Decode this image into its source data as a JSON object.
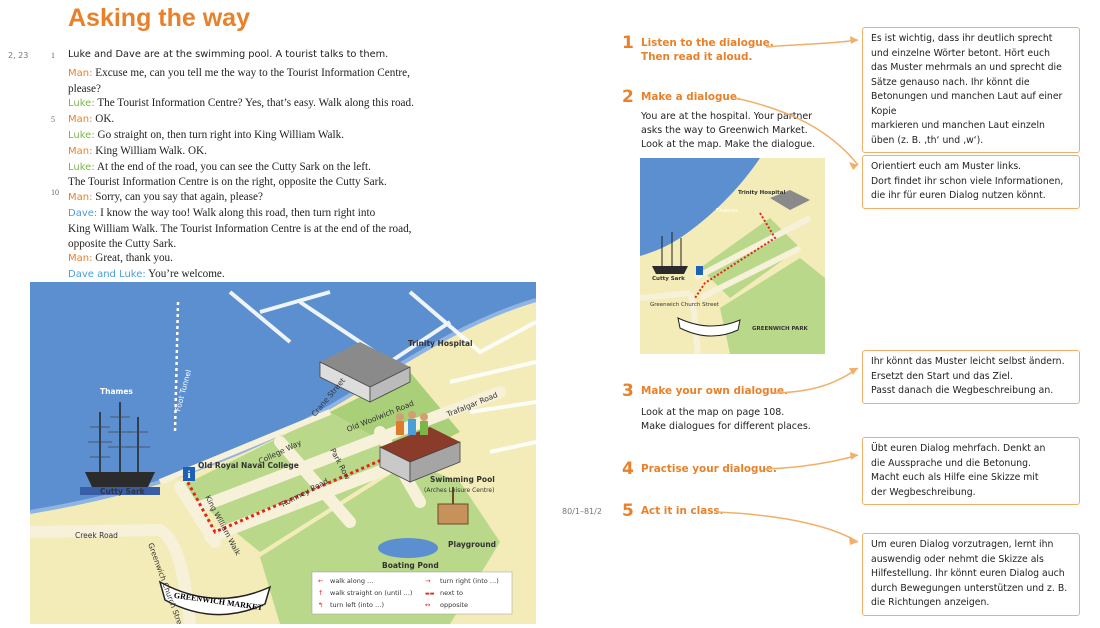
{
  "page_title": "Asking the way",
  "track_ref": "2, 23",
  "line_numbers": [
    "1",
    "5",
    "10"
  ],
  "intro": "Luke and Dave are at the swimming pool. A tourist talks to them.",
  "dialogue": [
    {
      "speaker": "Man:",
      "text": "Excuse me, can you tell me the way to the Tourist Information Centre,"
    },
    {
      "speaker": "",
      "text": "please?"
    },
    {
      "speaker": "Luke:",
      "text": "The Tourist Information Centre? Yes, that’s easy. Walk along this road."
    },
    {
      "speaker": "Man:",
      "text": "OK."
    },
    {
      "speaker": "Luke:",
      "text": "Go straight on, then turn right into King William Walk."
    },
    {
      "speaker": "Man:",
      "text": "King William Walk. OK."
    },
    {
      "speaker": "Luke:",
      "text": "At the end of the road, you can see the Cutty Sark on the left."
    },
    {
      "speaker": "",
      "text": "The Tourist Information Centre is on the right, opposite the Cutty Sark."
    },
    {
      "speaker": "Man:",
      "text": "Sorry, can you say that again, please?"
    },
    {
      "speaker": "Dave:",
      "text": "I know the way too! Walk along this road, then turn right into"
    },
    {
      "speaker": "",
      "text": "King William Walk. The Tourist Information Centre is at the end of the road,"
    },
    {
      "speaker": "",
      "text": "opposite the Cutty Sark."
    },
    {
      "speaker": "Man:",
      "text": "Great, thank you."
    },
    {
      "speaker": "Dave and Luke:",
      "text": "You’re welcome."
    }
  ],
  "map": {
    "labels": {
      "thames": "Thames",
      "foot_tunnel": "Foot Tunnel",
      "trinity_hospital": "Trinity Hospital",
      "crane_street": "Crane Street",
      "old_woolwich_road": "Old Woolwich Road",
      "trafalgar_road": "Trafalgar Road",
      "college_way": "College Way",
      "park_row": "Park Row",
      "romney_road": "Romney Road",
      "old_royal_naval_college": "Old Royal Naval College",
      "swimming_pool": "Swimming Pool",
      "leisure_centre": "(Arches Leisure Centre)",
      "cutty_sark": "Cutty Sark",
      "king_william_walk": "King William Walk",
      "creek_road": "Creek Road",
      "greenwich_church_street": "Greenwich Church Street",
      "greenwich_market": "GREENWICH MARKET",
      "playground": "Playground",
      "boating_pond": "Boating Pond",
      "info": "i",
      "greenwich_park": "GREENWICH PARK"
    },
    "legend": [
      {
        "sym": "←",
        "text": "walk along …"
      },
      {
        "sym": "↑",
        "text": "walk straight on (until …)"
      },
      {
        "sym": "↰",
        "text": "turn left (into …)"
      },
      {
        "sym": "→",
        "text": "turn right (into …)"
      },
      {
        "sym": "▬▬",
        "text": "next to"
      },
      {
        "sym": "↔",
        "text": "opposite"
      }
    ]
  },
  "tasks": [
    {
      "num": "1",
      "title": "Listen to the dialogue.",
      "title2": "Then read it aloud.",
      "text": []
    },
    {
      "num": "2",
      "title": "Make a dialogue.",
      "title2": "",
      "text": [
        "You are at the hospital. Your partner",
        "asks the way to Greenwich Market.",
        "Look at the map. Make the dialogue."
      ]
    },
    {
      "num": "3",
      "title": "Make your own dialogue.",
      "title2": "",
      "text": [
        "Look at the map on page 108.",
        "Make dialogues for different places."
      ]
    },
    {
      "num": "4",
      "title": "Practise your dialogue.",
      "title2": "",
      "text": []
    },
    {
      "num": "5",
      "title": "Act it in class.",
      "title2": "",
      "text": []
    }
  ],
  "track_ref2": "80/1–81/2",
  "hints": [
    [
      "Es ist wichtig, dass ihr deutlich sprecht",
      "und einzelne Wörter betont. Hört euch",
      "das Muster mehrmals an und sprecht die",
      "Sätze genauso nach. Ihr könnt die",
      "Betonungen und manchen Laut auf einer Kopie",
      "markieren und manchen Laut einzeln",
      "üben (z. B. ‚th‘ und ‚w‘)."
    ],
    [
      "Orientiert euch am Muster links.",
      "Dort findet ihr schon viele Informationen,",
      "die ihr für euren Dialog nutzen könnt."
    ],
    [
      "Ihr könnt das Muster leicht selbst ändern.",
      "Ersetzt den Start und das Ziel.",
      "Passt danach die Wegbeschreibung an."
    ],
    [
      "Übt euren Dialog mehrfach. Denkt an",
      "die Aussprache und die Betonung.",
      "Macht euch als Hilfe eine Skizze mit",
      "der Wegbeschreibung."
    ],
    [
      "Um euren Dialog vorzutragen, lernt ihn",
      "auswendig oder nehmt die Skizze als",
      "Hilfestellung. Ihr könnt euren Dialog auch",
      "durch Bewegungen unterstützen und z. B.",
      "die Richtungen anzeigen."
    ]
  ],
  "colors": {
    "accent": "#e8812a",
    "luke": "#7ab648",
    "dave": "#4aa0d8",
    "river": "#5b8fd0",
    "park": "#b9d88a",
    "land": "#f3ecb8"
  }
}
